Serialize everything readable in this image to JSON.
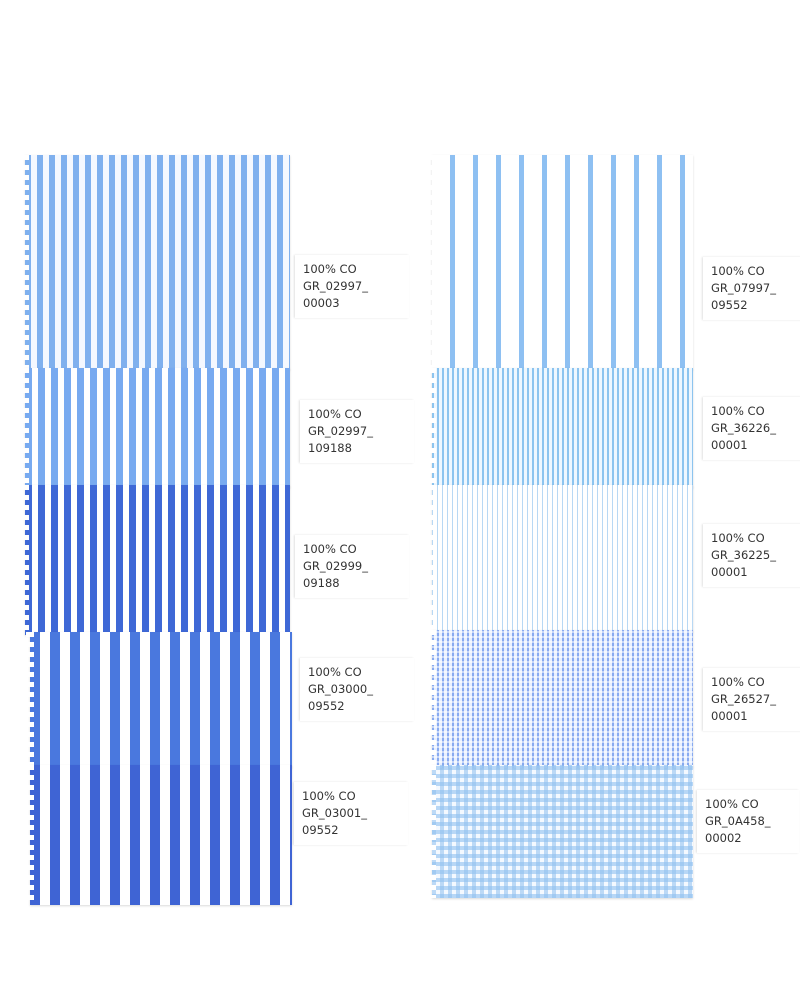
{
  "swatches": [
    {
      "column": "left",
      "lines": [
        "100% CO",
        "GR_02997_",
        "00003"
      ],
      "stripe_color": "#7fb0ee",
      "stripe": "fine"
    },
    {
      "column": "left",
      "lines": [
        "100% CO",
        "GR_02997_",
        "109188"
      ],
      "stripe_color": "#78aaf0",
      "stripe": "medium"
    },
    {
      "column": "left",
      "lines": [
        "100% CO",
        "GR_02999_",
        "09188"
      ],
      "stripe_color": "#3e68d6",
      "stripe": "medium"
    },
    {
      "column": "left",
      "lines": [
        "100% CO",
        "GR_03000_",
        "09552"
      ],
      "stripe_color": "#4a78de",
      "stripe": "wide"
    },
    {
      "column": "left",
      "lines": [
        "100% CO",
        "GR_03001_",
        "09552"
      ],
      "stripe_color": "#3f64d4",
      "stripe": "wide"
    },
    {
      "column": "right",
      "lines": [
        "100% CO",
        "GR_07997_",
        "09552"
      ],
      "stripe_color": "#8ec0f2",
      "stripe": "spaced"
    },
    {
      "column": "right",
      "lines": [
        "100% CO",
        "GR_36226_",
        "00001"
      ],
      "stripe_color": "#8cc4ef",
      "stripe": "hairline"
    },
    {
      "column": "right",
      "lines": [
        "100% CO",
        "GR_36225_",
        "00001"
      ],
      "stripe_color": "#b8d8f4",
      "stripe": "hairline-light"
    },
    {
      "column": "right",
      "lines": [
        "100% CO",
        "GR_26527_",
        "00001"
      ],
      "stripe_color": "#88aaf0",
      "stripe": "dobby"
    },
    {
      "column": "right",
      "lines": [
        "100% CO",
        "GR_0A458_",
        "00002"
      ],
      "stripe_color": "#8fc0f0",
      "stripe": "gingham"
    }
  ]
}
